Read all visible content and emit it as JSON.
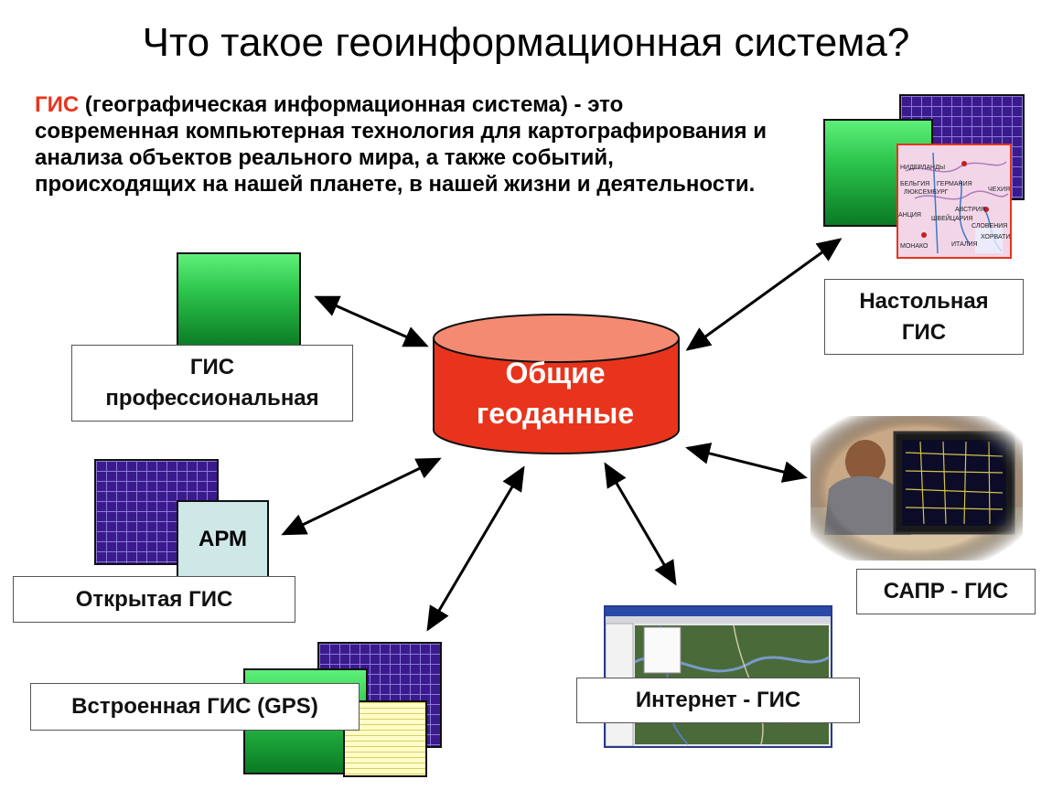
{
  "title": "Что такое геоинформационная система?",
  "intro": {
    "accent": "ГИС",
    "text": " (географическая информационная система) - это современная компьютерная технология для картографирования и анализа объектов реального мира, а также событий, происходящих на нашей планете, в нашей жизни и деятельности."
  },
  "center": {
    "line1": "Общие",
    "line2": "геоданные"
  },
  "nodes": {
    "professional": {
      "line1": "ГИС",
      "line2": "профессиональная"
    },
    "desktop": {
      "line1": "Настольная",
      "line2": "ГИС"
    },
    "cad": {
      "label": "САПР - ГИС"
    },
    "internet": {
      "label": "Интернет - ГИС"
    },
    "embedded": {
      "label": "Встроенная ГИС (GPS)"
    },
    "open": {
      "label": "Открытая ГИС"
    },
    "workstation": {
      "label": "АРМ"
    }
  },
  "map_labels": [
    "НИДЕРЛАНДЫ",
    "БЕЛЬГИЯ",
    "ГЕРМАНИЯ",
    "ЛЮКСЕМБУРГ",
    "ЧЕХИЯ",
    "АНЦИЯ",
    "АВСТРИЯ",
    "ШВЕЙЦАРИЯ",
    "СЛОВЕНИЯ",
    "ХОРВАТИ",
    "МОНАКО",
    "ИТАЛИЯ"
  ],
  "colors": {
    "accent": "#e8341c",
    "database": "#e8341c",
    "database_top": "#f58a73",
    "green": "#2cc44c",
    "purple_grid": "#3a1a8c",
    "workstation_fill": "#cde8e6"
  }
}
